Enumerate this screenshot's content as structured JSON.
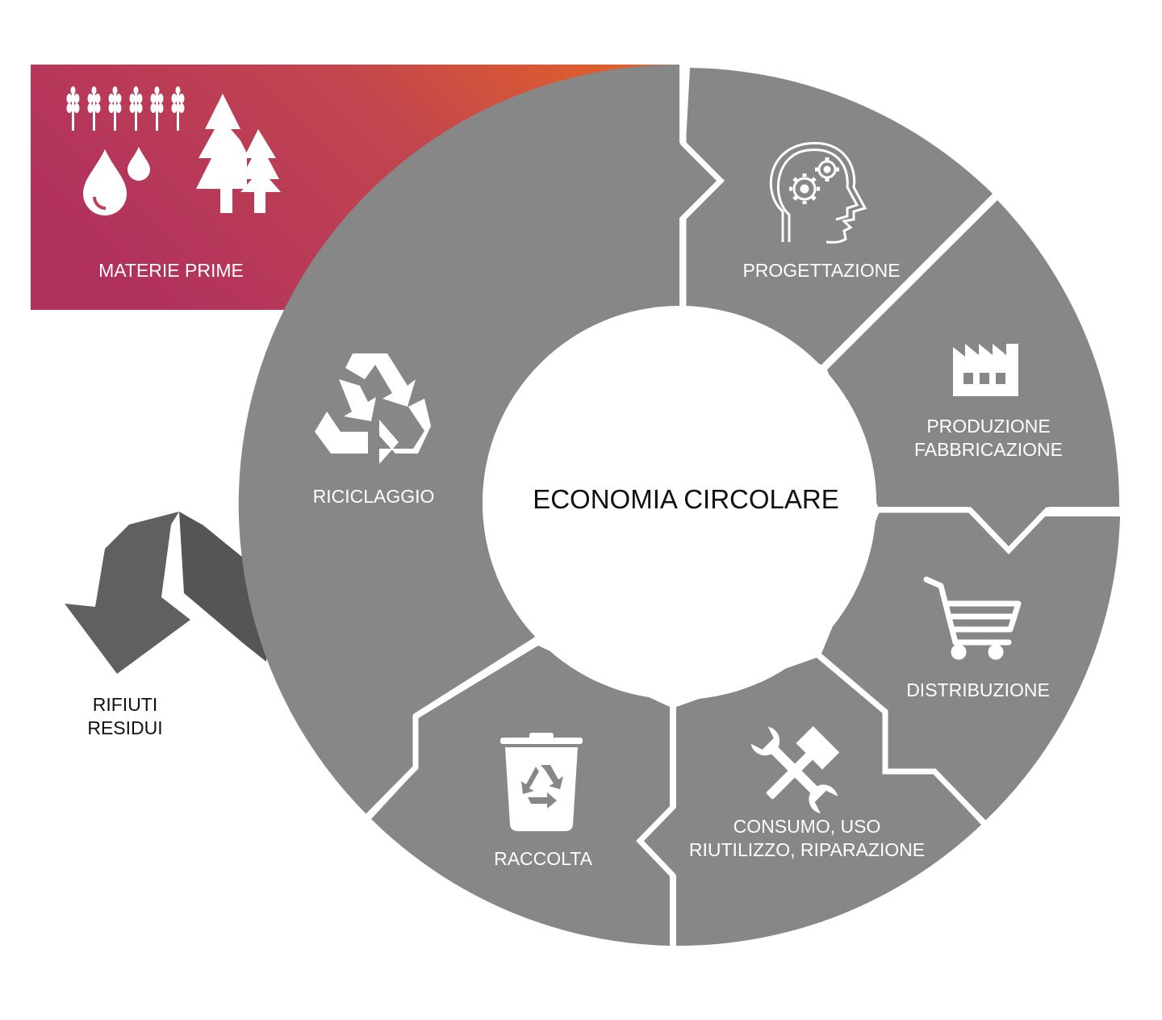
{
  "diagram": {
    "title": "ECONOMIA CIRCOLARE",
    "inputs": {
      "materie_prime": "MATERIE PRIME"
    },
    "stages": {
      "progettazione": "PROGETTAZIONE",
      "produzione": [
        "PRODUZIONE",
        "FABBRICAZIONE"
      ],
      "distribuzione": "DISTRIBUZIONE",
      "consumo": [
        "CONSUMO, USO",
        "RIUTILIZZO, RIPARAZIONE"
      ],
      "raccolta": "RACCOLTA",
      "riciclaggio": "RICICLAGGIO"
    },
    "output": {
      "rifiuti": [
        "RIFIUTI",
        "RESIDUI"
      ]
    }
  },
  "colors": {
    "segment_gray": "#878787",
    "materie_gradient_start": "#b0305e",
    "materie_gradient_end": "#e0602a",
    "waste_arrow_dark": "#555555",
    "waste_arrow_mid": "#707070"
  },
  "icons": {
    "materie_prime": [
      "wheat-icon",
      "water-drops-icon",
      "trees-icon"
    ],
    "progettazione": "head-gears-icon",
    "produzione": "factory-icon",
    "distribuzione": "shopping-cart-icon",
    "consumo": "tools-icon",
    "raccolta": "recycle-bin-icon",
    "riciclaggio": "recycle-icon"
  }
}
